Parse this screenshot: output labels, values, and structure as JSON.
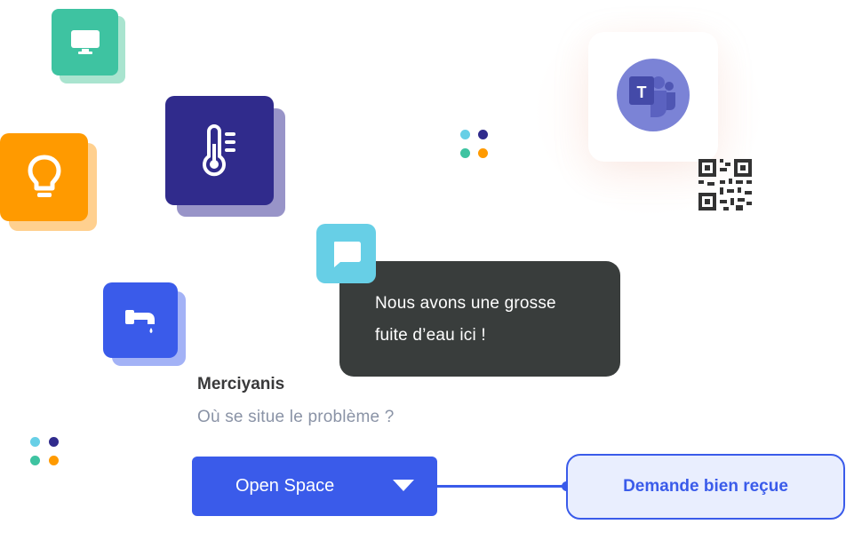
{
  "icons": {
    "monitor": "monitor-icon",
    "bulb": "lightbulb-icon",
    "thermometer": "thermometer-icon",
    "tap": "water-tap-icon",
    "chat": "chat-bubble-icon",
    "teams": "microsoft-teams-icon",
    "qr": "qr-code-icon"
  },
  "teams": {
    "letter": "T"
  },
  "chat": {
    "message_line1": "Nous avons une grosse",
    "message_line2": "fuite d’eau ici !"
  },
  "bot": {
    "name": "Merciyanis",
    "question": "Où se situe le problème ?"
  },
  "select": {
    "value": "Open Space"
  },
  "confirmation": {
    "label": "Demande bien reçue"
  },
  "colors": {
    "green": "#3ec3a1",
    "orange": "#ff9a00",
    "navy": "#302b8c",
    "blue": "#3a5bea",
    "cyan": "#67cfe6",
    "dark": "#393d3c"
  }
}
